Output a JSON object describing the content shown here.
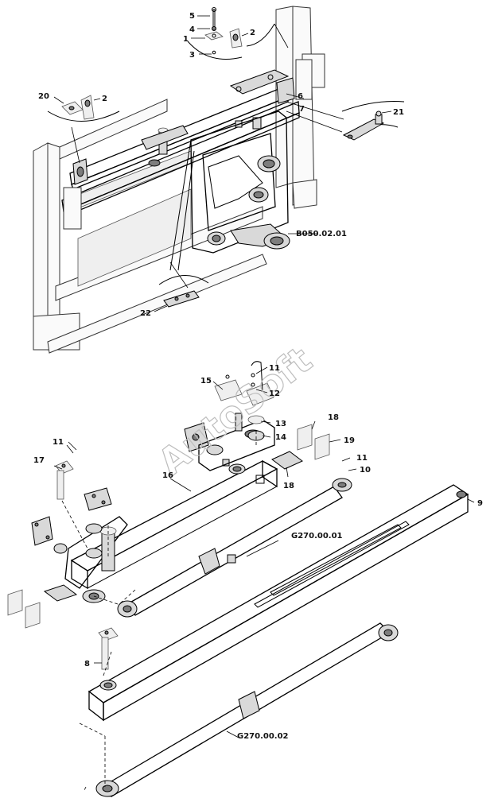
{
  "watermark": "AutoSoft",
  "references": {
    "top_assembly": "B050.02.01",
    "cylinder_1": "G270.00.01",
    "cylinder_2": "G270.00.02"
  },
  "callouts": {
    "p1": "1",
    "p2a": "2",
    "p2b": "2",
    "p3": "3",
    "p4": "4",
    "p5": "5",
    "p6": "6",
    "p7": "7",
    "p8": "8",
    "p9": "9",
    "p10": "10",
    "p11a": "11",
    "p11b": "11",
    "p11c": "11",
    "p12": "12",
    "p13": "13",
    "p14": "14",
    "p15": "15",
    "p16": "16",
    "p17": "17",
    "p18a": "18",
    "p18b": "18",
    "p19": "19",
    "p20": "20",
    "p21": "21",
    "p22": "22"
  }
}
